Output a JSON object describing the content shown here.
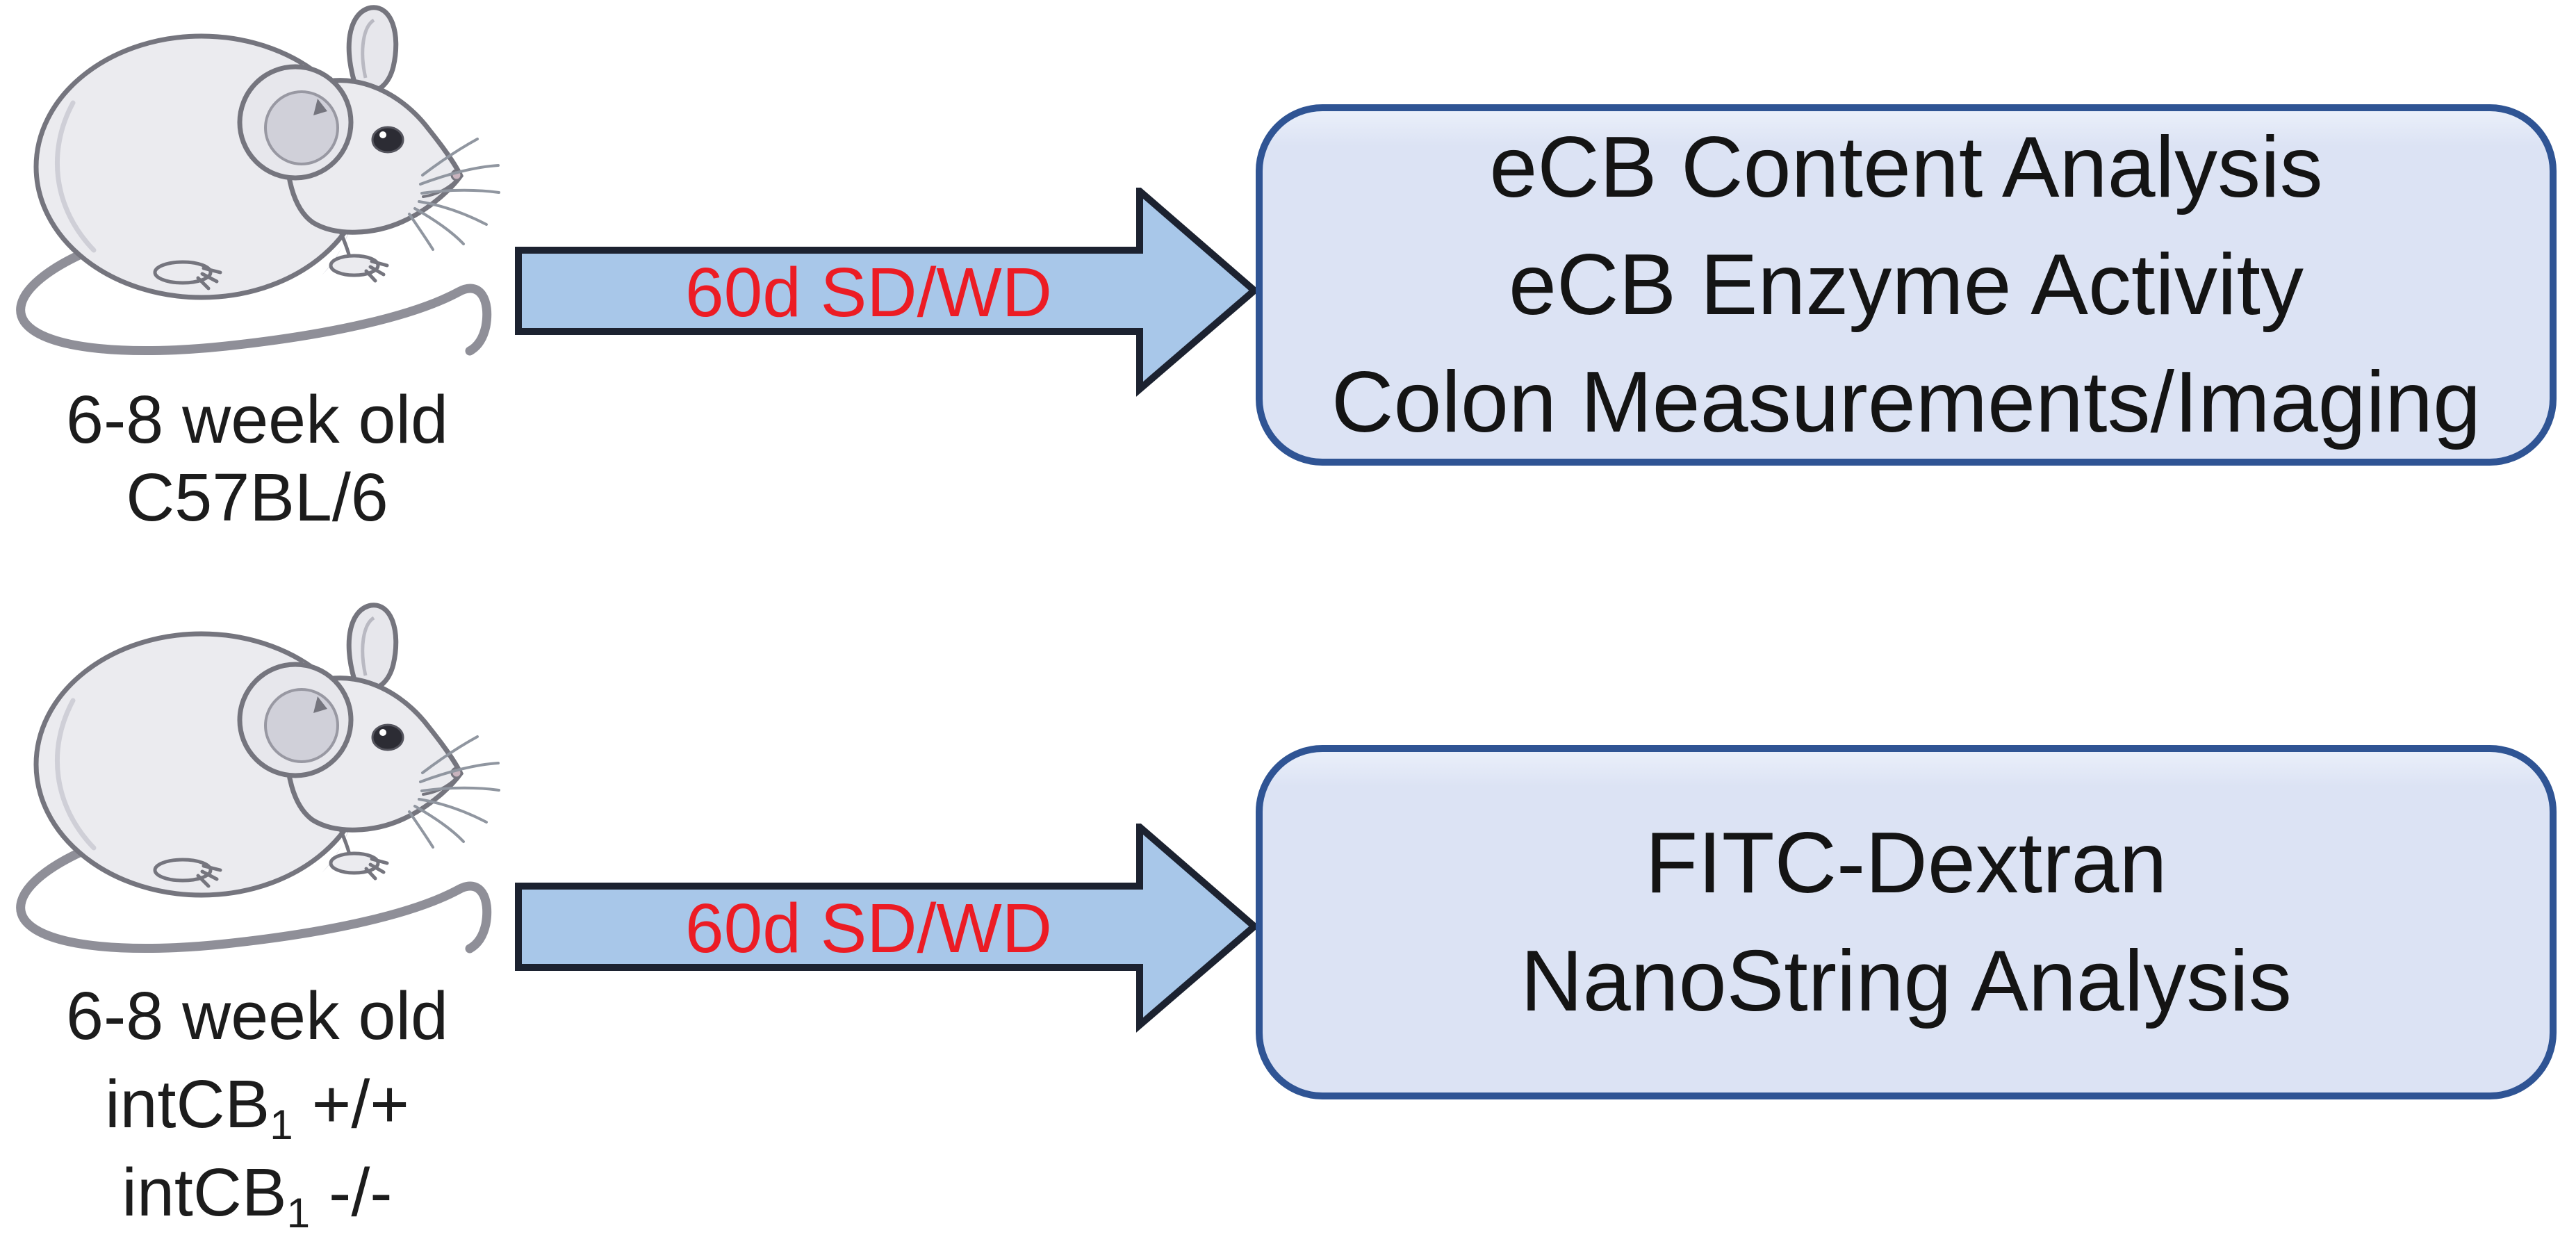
{
  "figure": {
    "description": "Experimental design schematic: mice fed 60 days SD/WD then analyzed",
    "colors": {
      "background": "#ffffff",
      "arrow_fill": "#a8c7e9",
      "arrow_outline": "#1c2230",
      "arrow_label_red": "#ec1c24",
      "box_fill": "#dce3f4",
      "box_border": "#2f5494",
      "text_black": "#141414",
      "mouse_body": "#ebebef",
      "mouse_outline": "#75757e"
    },
    "rows": [
      {
        "mouse_icon": "mouse-illustration",
        "subject": {
          "line1": "6-8 week old",
          "line2": "C57BL/6"
        },
        "arrow_label": "60d SD/WD",
        "outcomes": [
          "eCB Content Analysis",
          "eCB Enzyme Activity",
          "Colon Measurements/Imaging"
        ]
      },
      {
        "mouse_icon": "mouse-illustration",
        "subject": {
          "line1": "6-8 week old",
          "genotype_wt": {
            "base": "intCB",
            "sub": "1",
            "alleles": " +/+"
          },
          "genotype_ko": {
            "base": "intCB",
            "sub": "1",
            "alleles": " -/-"
          }
        },
        "arrow_label": "60d SD/WD",
        "outcomes": [
          "FITC-Dextran",
          "NanoString Analysis"
        ]
      }
    ]
  }
}
